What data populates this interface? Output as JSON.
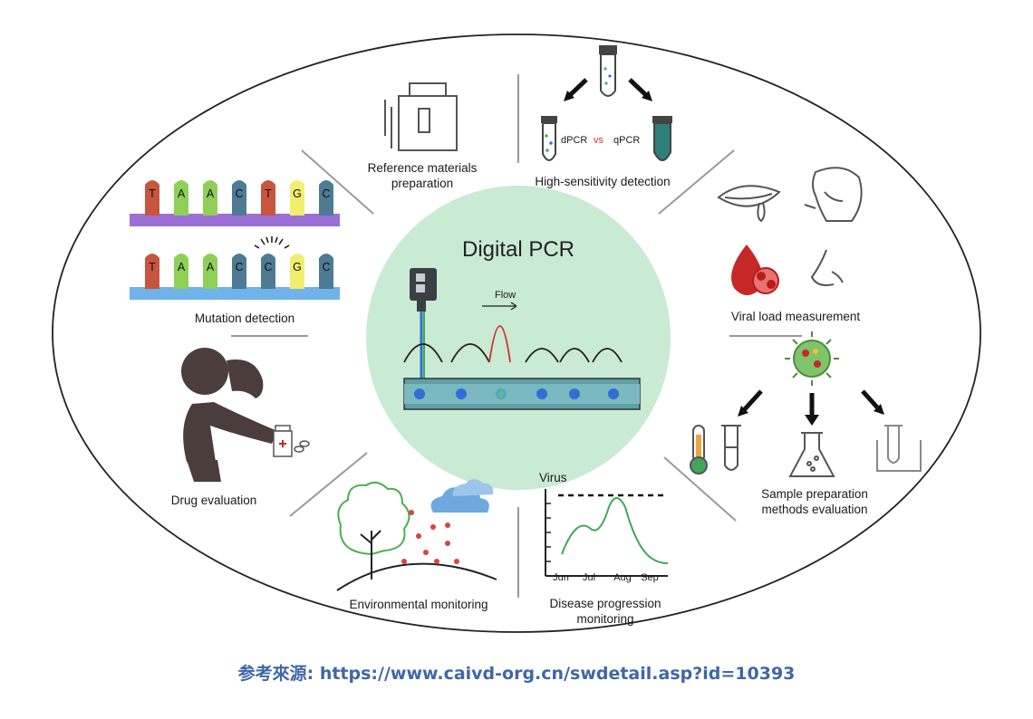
{
  "center": {
    "title": "Digital PCR",
    "flow_label": "Flow"
  },
  "sections": {
    "reference": {
      "label_line1": "Reference materials",
      "label_line2": "preparation"
    },
    "sensitivity": {
      "label": "High-sensitivity detection",
      "dpcr": "dPCR",
      "vs": "vs",
      "qpcr": "qPCR"
    },
    "viral": {
      "label": "Viral load measurement"
    },
    "sample": {
      "label_line1": "Sample preparation",
      "label_line2": "methods evaluation"
    },
    "disease": {
      "label_line1": "Disease progression",
      "label_line2": "monitoring",
      "chart_ylabel": "Virus",
      "months": [
        "Jun",
        "Jul",
        "Aug",
        "Sep"
      ]
    },
    "environment": {
      "label": "Environmental monitoring"
    },
    "drug": {
      "label": "Drug evaluation"
    },
    "mutation": {
      "label": "Mutation detection",
      "row1": [
        "T",
        "A",
        "A",
        "C",
        "T",
        "G",
        "C"
      ],
      "row2": [
        "T",
        "A",
        "A",
        "C",
        "C",
        "G",
        "C"
      ]
    }
  },
  "colors": {
    "center_fill": "#c9ead3",
    "dna_T": "#c8553d",
    "dna_A": "#8fcf58",
    "dna_C": "#4e7a93",
    "dna_G": "#f1ee6f",
    "backbone_row1": "#9b6fd6",
    "backbone_row2": "#6fb3e8",
    "droplet": "#2f6fd6",
    "curve_green": "#3fa65a",
    "source_text": "#3f67a8"
  },
  "source": {
    "prefix": "参考來源:",
    "url": "https://www.caivd-org.cn/swdetail.asp?id=10393"
  }
}
